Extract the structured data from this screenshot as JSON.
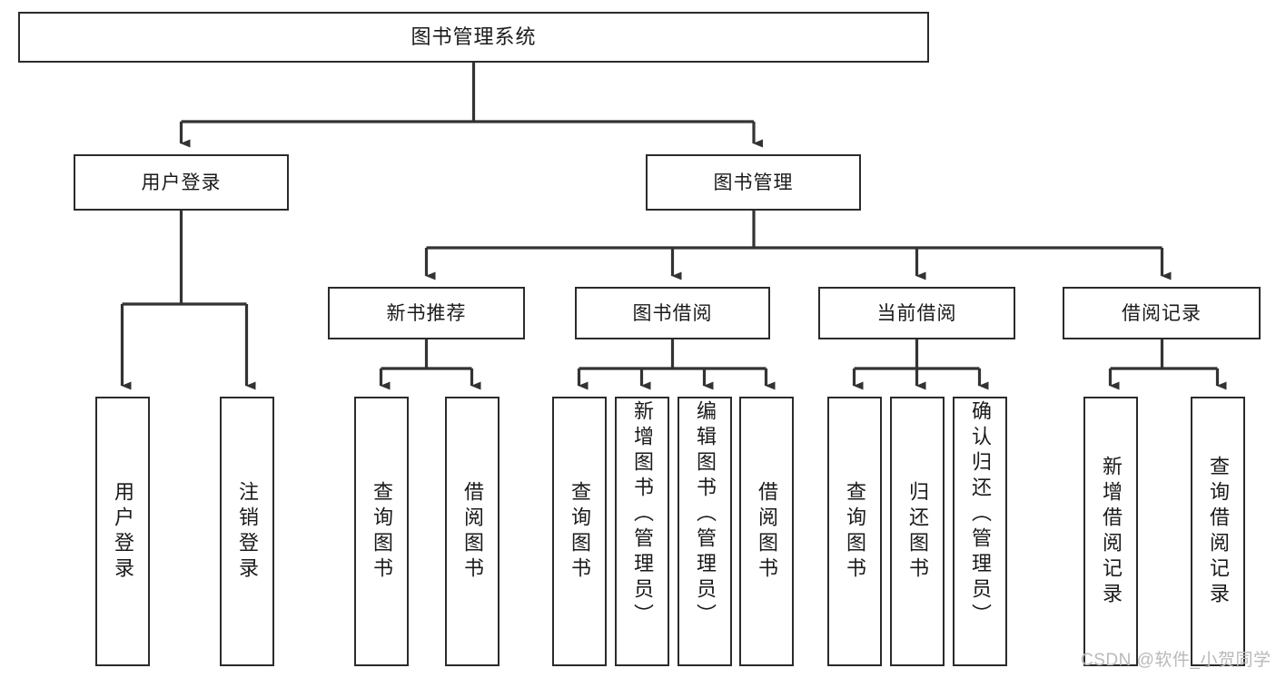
{
  "diagram": {
    "title": "图书管理系统",
    "type": "hierarchy-tree",
    "colors": {
      "box_border": "#2b2b2b",
      "box_fill": "#ffffff",
      "edge": "#333333",
      "text": "#1a1a1a",
      "watermark": "#b9b9b9",
      "background": "#ffffff"
    }
  },
  "root": {
    "label": "图书管理系统"
  },
  "level2": [
    {
      "label": "用户登录"
    },
    {
      "label": "图书管理"
    }
  ],
  "level3": [
    {
      "label": "新书推荐"
    },
    {
      "label": "图书借阅"
    },
    {
      "label": "当前借阅"
    },
    {
      "label": "借阅记录"
    }
  ],
  "leaves": {
    "user_login": [
      {
        "label": "用户登录"
      },
      {
        "label": "注销登录"
      }
    ],
    "new_book_recommend": [
      {
        "label": "查询图书"
      },
      {
        "label": "借阅图书"
      }
    ],
    "book_borrow": [
      {
        "label": "查询图书"
      },
      {
        "label": "新增图书（管理员）"
      },
      {
        "label": "编辑图书（管理员）"
      },
      {
        "label": "借阅图书"
      }
    ],
    "current_borrow": [
      {
        "label": "查询图书"
      },
      {
        "label": "归还图书"
      },
      {
        "label": "确认归还（管理员）"
      }
    ],
    "borrow_record": [
      {
        "label": "新增借阅记录"
      },
      {
        "label": "查询借阅记录"
      }
    ]
  },
  "watermark": {
    "text": "CSDN @软件_小贺同学"
  }
}
